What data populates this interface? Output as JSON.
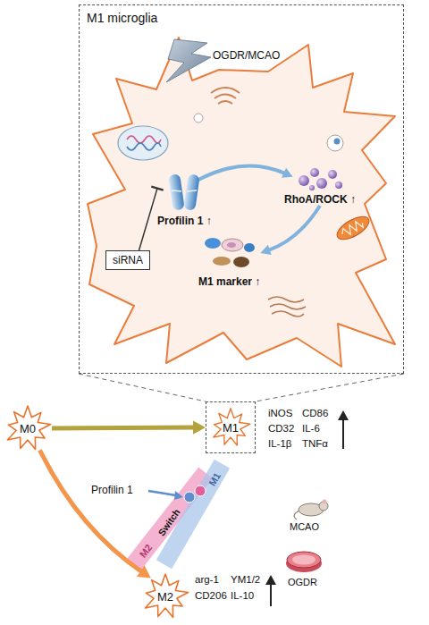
{
  "diagram": {
    "nodes": [
      {
        "text": [
          "M1 microglia"
        ]
      },
      {
        "text": [
          "Profilin 1 ↑"
        ],
        "in": 0
      },
      {
        "text": [
          "RhoA/ROCK ↑"
        ],
        "in": 0
      },
      {
        "text": [
          "M1 marker ↑"
        ],
        "in": 0
      },
      {
        "text": [
          "siRNA"
        ],
        "in": 0
      },
      {
        "text": [
          "M0"
        ]
      },
      {
        "text": [
          "M1"
        ]
      },
      {
        "text": [
          "M2"
        ]
      }
    ],
    "edges": [
      {
        "from": 4,
        "to": 1,
        "arrow": "to"
      },
      {
        "from": 1,
        "to": 2,
        "arrow": "to"
      },
      {
        "from": 2,
        "to": 3,
        "arrow": "to"
      },
      {
        "from": 5,
        "to": 6,
        "arrow": "to"
      },
      {
        "from": 5,
        "to": 7,
        "arrow": "to"
      },
      {
        "from": 0,
        "to": 6,
        "arrow": "none"
      },
      {
        "from": 0,
        "to": 6,
        "arrow": "none"
      }
    ],
    "labels": [
      "OGDR/MCAO",
      "iNOS",
      "CD86",
      "CD32",
      "IL-6",
      "IL-1β",
      "TNFα",
      "arg-1",
      "YM1/2",
      "CD206",
      "IL-10",
      "Profilin 1",
      "M1",
      "M2",
      "Switch",
      "MCAO",
      "OGDR"
    ]
  }
}
